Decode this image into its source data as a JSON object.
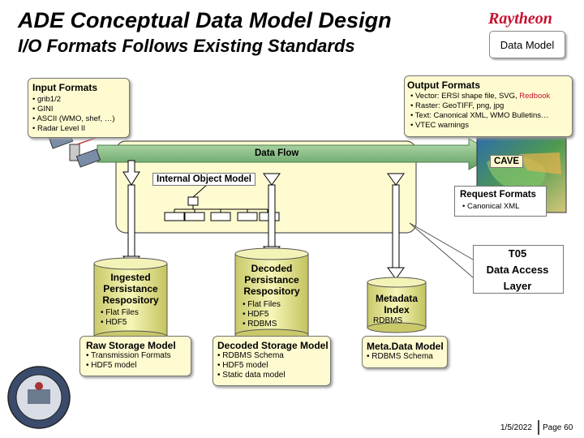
{
  "header": {
    "title": "ADE Conceptual Data Model Design",
    "subtitle": "I/O Formats Follows Existing Standards",
    "brand": "Raytheon",
    "badge": "Data Model"
  },
  "input_formats": {
    "title": "Input Formats",
    "items": [
      "grib1/2",
      "GINI",
      "ASCII (WMO, shef, …)",
      "Radar Level II"
    ]
  },
  "output_formats": {
    "title": "Output Formats",
    "vector_prefix": "Vector: ERSI shape file, SVG, ",
    "vector_highlight": "Redbook",
    "items": [
      "Raster: GeoTIFF, png, jpg",
      "Text: Canonical XML, WMO Bulletins…",
      "VTEC warnings"
    ]
  },
  "data_flow_label": "Data Flow",
  "cave_label": "CAVE",
  "internal_object_model": "Internal Object Model",
  "request_formats": {
    "title": "Request Formats",
    "items": [
      "Canonical XML"
    ]
  },
  "t05": {
    "line1": "T05",
    "line2": "Data Access",
    "line3": "Layer"
  },
  "repositories": {
    "ingested": {
      "label": "Ingested Persistance Respository",
      "items": [
        "Flat Files",
        "HDF5"
      ]
    },
    "decoded": {
      "label": "Decoded Persistance Respository",
      "items": [
        "Flat Files",
        "HDF5",
        "RDBMS"
      ]
    },
    "metadata": {
      "label": "Metadata Index",
      "items": [
        "RDBMS"
      ]
    }
  },
  "storage_models": {
    "raw": {
      "title": "Raw Storage Model",
      "items": [
        "Transmission Formats",
        "HDF5 model"
      ]
    },
    "decoded": {
      "title": "Decoded Storage Model",
      "items": [
        "RDBMS Schema",
        "HDF5 model",
        "Static data model"
      ]
    },
    "meta": {
      "title": "Meta.Data Model",
      "items": [
        "RDBMS Schema"
      ]
    }
  },
  "footer": {
    "date": "1/5/2022",
    "page": "Page 60"
  },
  "colors": {
    "brand_red": "#c8102e",
    "panel_cream": "#fffbd0",
    "arrow_green": "#6ca86c"
  }
}
